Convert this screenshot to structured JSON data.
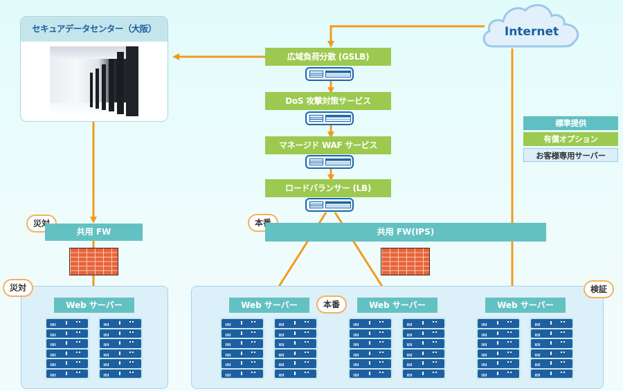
{
  "datacenter": {
    "title": "セキュアデータセンター（大阪）",
    "photo": "datacenter-server-aisle-photo"
  },
  "internet": {
    "label": "Internet",
    "icon": "cloud-icon"
  },
  "services": [
    {
      "label": "広域負荷分散 (GSLB)"
    },
    {
      "label": "DoS 攻撃対策サービス"
    },
    {
      "label": "マネージド WAF サービス"
    },
    {
      "label": "ロードバランサー (LB)"
    }
  ],
  "legend": {
    "standard": {
      "label": "標準提供",
      "color": "#5fbfc1"
    },
    "option": {
      "label": "有償オプション",
      "color": "#9cc94f"
    },
    "customer": {
      "label": "お客様専用サーバー",
      "color": "#dceefa"
    }
  },
  "firewalls": {
    "dr": {
      "label": "共用 FW",
      "tag": "災対"
    },
    "main": {
      "label": "共用 FW(IPS)",
      "tag": "本番"
    }
  },
  "zones": {
    "dr": {
      "tag": "災対",
      "groups": [
        {
          "label": "Web サーバー",
          "racks": 2,
          "units_per_rack": 6
        }
      ]
    },
    "main": {
      "tag_production": "本番",
      "tag_staging": "検証",
      "groups": [
        {
          "label": "Web サーバー",
          "racks": 2,
          "units_per_rack": 6
        },
        {
          "label": "Web サーバー",
          "racks": 2,
          "units_per_rack": 6
        },
        {
          "label": "Web サーバー",
          "racks": 2,
          "units_per_rack": 6
        }
      ]
    }
  },
  "colors": {
    "arrow": "#f39a1e",
    "teal": "#64c1c2",
    "green": "#9cc94f",
    "server_blue": "#1d5fa0",
    "brick": "#e8643a"
  }
}
